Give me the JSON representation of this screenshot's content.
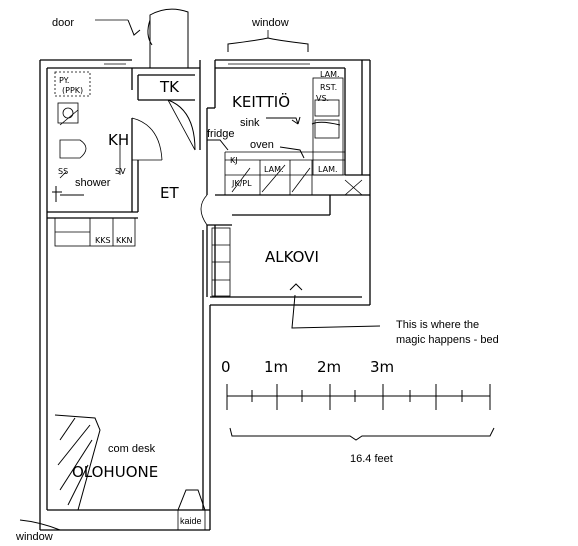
{
  "annotations": {
    "door": "door",
    "window_top": "window",
    "sink": "sink",
    "fridge": "fridge",
    "oven": "oven",
    "shower": "shower",
    "com_desk": "com desk",
    "bed_note_line1": "This is where the",
    "bed_note_line2": "magic happens - bed",
    "window_bottom": "window",
    "kaide": "kaide"
  },
  "rooms": {
    "tk": "TK",
    "keittio": "KEITTIÖ",
    "kh": "KH",
    "et": "ET",
    "alkovi": "ALKOVI",
    "olohuone": "OLOHUONE"
  },
  "fixtures": {
    "py": "PY.",
    "ppk": "(PPK)",
    "ss": "SS",
    "sv": "SV",
    "lam1": "LAM.",
    "rst": "RST.",
    "vs": "VS.",
    "kj": "KJ",
    "lam2": "LAM.",
    "lam3": "LAM.",
    "jkpl": "JK/PL",
    "kks": "KKS",
    "kkn": "KKN"
  },
  "scale": {
    "tick_labels": [
      "0",
      "1m",
      "2m",
      "3m"
    ],
    "total_label": "16.4 feet"
  }
}
